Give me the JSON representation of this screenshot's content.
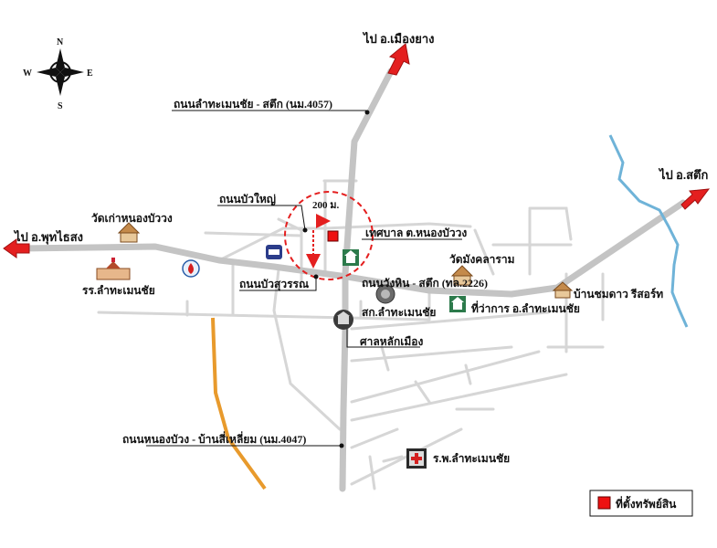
{
  "compass": {
    "n": "N",
    "s": "S",
    "e": "E",
    "w": "W"
  },
  "directions": {
    "mueang_yang": "ไป อ.เมืองยาง",
    "satuek": "ไป อ.สตึก",
    "phutthaisong": "ไป อ.พุทไธสง"
  },
  "roads": {
    "lam_satuek": "ถนนลำทะเมนชัย - สตึก (นม.4057)",
    "bua_yai": "ถนนบัวใหญ่",
    "bua_suwan": "ถนนบัวสุวรรณ",
    "wang_hin": "ถนนวังหิน - สตึก (ทล.2226)",
    "nong_bua": "ถนนหนองบัวง - บ้านสี่เหลี่ยม (นม.4047)"
  },
  "distance": "200 ม.",
  "places": {
    "wat_kao": "วัดเก่าหนองบัววง",
    "school": "รร.ลำทะเมนชัย",
    "municipality": "เทศบาล ต.หนองบัววง",
    "wat_mangkhala": "วัดมังคลาราม",
    "resort": "บ้านชมดาว รีสอร์ท",
    "agri": "สก.ลำทะเมนชัย",
    "district_office": "ที่ว่าการ อ.ลำทะเมนชัย",
    "shrine": "ศาลหลักเมือง",
    "hospital": "ร.พ.ลำทะเมนชัย"
  },
  "legend": {
    "label": "ที่ตั้งทรัพย์สิน",
    "color": "#ee1111"
  },
  "colors": {
    "road": "#c8c8c8",
    "minor_road": "#d6d6d6",
    "river": "#6fb3d8",
    "orange_road": "#e89a2c",
    "arrow": "#e41f1f",
    "radius": "#e41f1f"
  }
}
